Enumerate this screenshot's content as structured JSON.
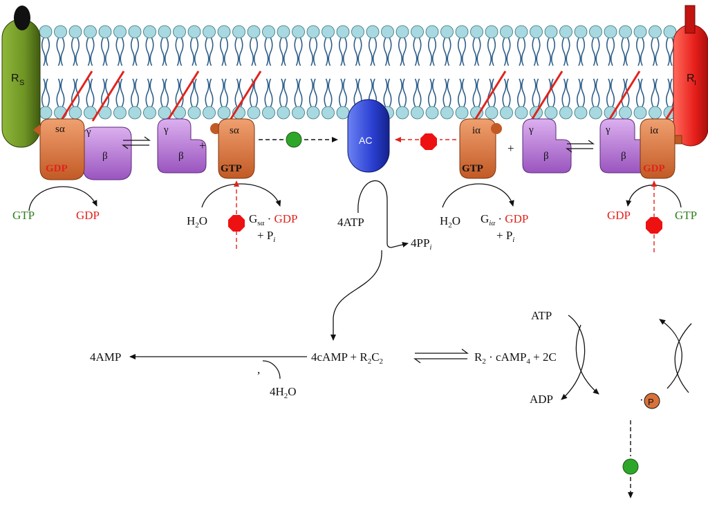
{
  "colors": {
    "lipid_head": "#a8d8e0",
    "lipid_tail": "#2f5f8a",
    "receptor_s": "#7ea22a",
    "receptor_i": "#e8201c",
    "g_alpha": "#d8723a",
    "g_betagamma": "#b072cc",
    "adenylate_cyclase": "#2a3fd0",
    "stimulator": "#2ea62a",
    "inhibitor": "#ee1111",
    "gdp_red": "#e0231c",
    "gtp_green": "#2e7d1c"
  },
  "receptors": {
    "stimulatory": {
      "label_main": "R",
      "label_sub": "S"
    },
    "inhibitory": {
      "label_main": "R",
      "label_sub": "I"
    }
  },
  "left_cycle": {
    "complex_alpha": "sα",
    "complex_gamma": "γ",
    "complex_beta": "β",
    "complex_nucleotide": "GDP",
    "free_gamma": "γ",
    "free_beta": "β",
    "plus": "+",
    "active_alpha": "sα",
    "active_nucleotide": "GTP",
    "gtp_in": "GTP",
    "gdp_out": "GDP",
    "h2o": "H",
    "h2o_sub": "2",
    "h2o_tail": "O",
    "product_g": "G",
    "product_sub": "sα",
    "product_dot": " · ",
    "product_gdp": "GDP",
    "product_pi": "+ P",
    "product_pi_sub": "i"
  },
  "adenylate_cyclase": {
    "label": "AC"
  },
  "right_cycle": {
    "active_alpha": "iα",
    "active_nucleotide": "GTP",
    "plus": "+",
    "free_gamma": "γ",
    "free_beta": "β",
    "complex_gamma": "γ",
    "complex_beta": "β",
    "complex_alpha": "iα",
    "complex_nucleotide": "GDP",
    "h2o": "H",
    "h2o_sub": "2",
    "h2o_tail": "O",
    "product_g": "G",
    "product_sub": "iα",
    "product_dot": " · ",
    "product_gdp": "GDP",
    "product_pi": "+ P",
    "product_pi_sub": "i",
    "gdp_out": "GDP",
    "gtp_in": "GTP"
  },
  "ac_reaction": {
    "substrate": "4ATP",
    "byproduct": "4PP",
    "byproduct_sub": "i"
  },
  "camp_reactions": {
    "amp": "4AMP",
    "water": "4H",
    "water_sub": "2",
    "water_tail": "O",
    "camp_lhs": "4cAMP + R",
    "camp_lhs_sub1": "2",
    "camp_lhs_c": "C",
    "camp_lhs_sub2": "2",
    "rhs_r": "R",
    "rhs_r_sub": "2",
    "rhs_mid": " · cAMP",
    "rhs_mid_sub": "4",
    "rhs_tail": " + 2C",
    "mark": ","
  },
  "phosphorylation": {
    "atp": "ATP",
    "adp": "ADP",
    "phosphate": "P",
    "dot": "·"
  }
}
